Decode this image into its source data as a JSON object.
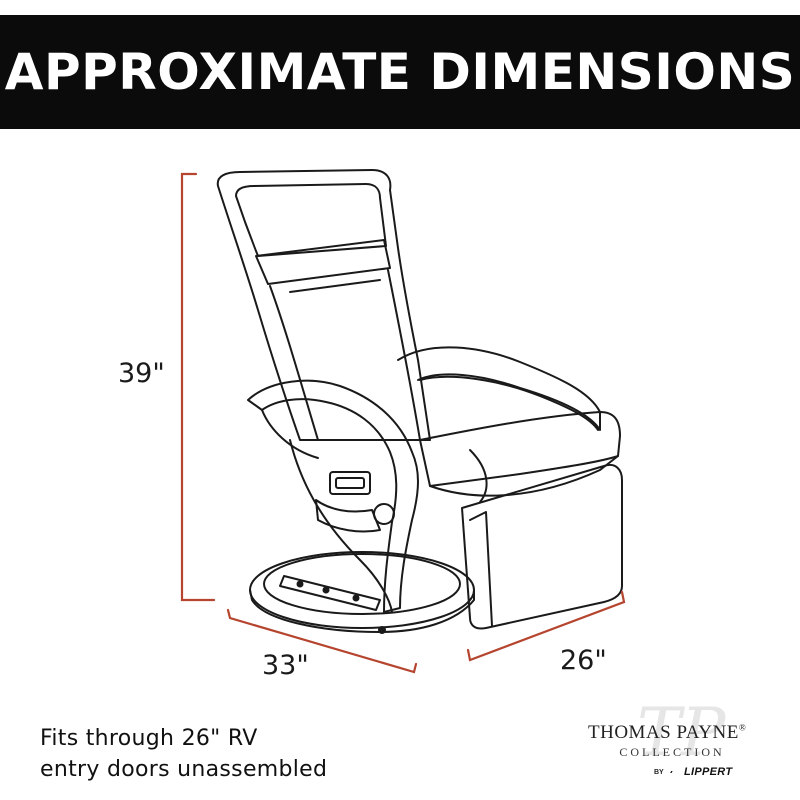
{
  "header": {
    "title": "APPROXIMATE DIMENSIONS"
  },
  "dimensions": {
    "height": "39\"",
    "width": "33\"",
    "depth": "26\""
  },
  "footnote": {
    "line1": "Fits through 26\" RV",
    "line2": "entry doors unassembled"
  },
  "brand": {
    "monogram": "TP",
    "name": "THOMAS PAYNE",
    "registered": "®",
    "collection": "COLLECTION",
    "by": "BY",
    "parent": "LIPPERT"
  },
  "colors": {
    "header_bg": "#0b0b0b",
    "dimension_line": "#b5452f",
    "drawing_line": "#1a1a1a"
  }
}
